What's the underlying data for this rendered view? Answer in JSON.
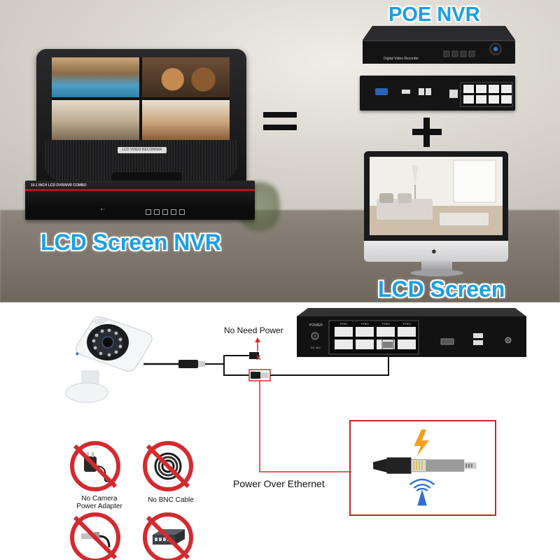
{
  "top": {
    "lcd_nvr_label": "LCD Screen NVR",
    "poe_nvr_label": "POE NVR",
    "lcd_screen_label": "LCD Screen",
    "lcd_model_text": "10.1 INCH LCD DVR/NVR COMBO",
    "lcd_badge_text": "LCD VIDEO RECORDER",
    "nvr_front_text": "Digital Video Recorder"
  },
  "bottom": {
    "no_need_power": "No Need Power",
    "power_over_ethernet": "Power Over Ethernet",
    "poe_ports": [
      "POE1",
      "POE2",
      "POE3",
      "POE4"
    ],
    "no_camera_adapter_line1": "No Camera",
    "no_camera_adapter_line2": "Power Adapter",
    "no_bnc_cable": "No BNC Cable"
  },
  "colors": {
    "label_blue": "#1a9fe6",
    "warning_red": "#d42a2f",
    "lightning_orange": "#f4a01b",
    "wifi_blue": "#2f6fd0"
  },
  "icons": [
    "equals-icon",
    "plus-icon",
    "apple-icon",
    "lightning-icon",
    "wifi-signal-icon",
    "ethernet-plug-icon",
    "prohibited-icon"
  ]
}
